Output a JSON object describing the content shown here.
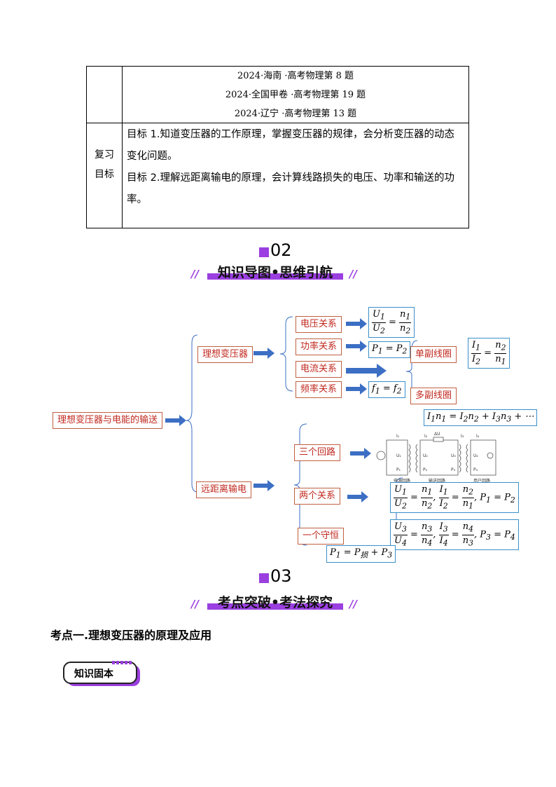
{
  "table": {
    "sources": [
      "2024·海南 ·高考物理第 8 题",
      "2024·全国甲卷 ·高考物理第 19 题",
      "2024·辽宁 ·高考物理第 13 题"
    ],
    "review_label": [
      "复习",
      "目标"
    ],
    "goals": [
      "目标 1.知道变压器的工作原理，掌握变压器的规律，会分析变压器的动态变化问题。",
      "目标 2.理解远距离输电的原理，会计算线路损失的电压、功率和输送的功率。"
    ]
  },
  "section2": {
    "number": "02",
    "title": "知识导图•思维引航"
  },
  "section3": {
    "number": "03",
    "title": "考点突破•考法探究"
  },
  "mindmap": {
    "root": "理想变压器与电能的输送",
    "branch1": "理想变压器",
    "branch2": "远距离输电",
    "rel_voltage": "电压关系",
    "rel_power": "功率关系",
    "rel_current": "电流关系",
    "rel_freq": "频率关系",
    "single_coil": "单副线圈",
    "multi_coil": "多副线圈",
    "three_loops": "三个回路",
    "two_relations": "两个关系",
    "one_conservation": "一个守恒",
    "circuit_labels": [
      "电源回路",
      "输送回路",
      "用户回路"
    ]
  },
  "kaodian": {
    "heading": "考点一.理想变压器的原理及应用"
  },
  "badge": {
    "label": "知识固本"
  },
  "colors": {
    "accent": "#9b3fe0",
    "box_border": "#c06040",
    "box_text": "#c0281e",
    "formula_border": "#3a8fc8",
    "arrow": "#3c6fc4"
  }
}
